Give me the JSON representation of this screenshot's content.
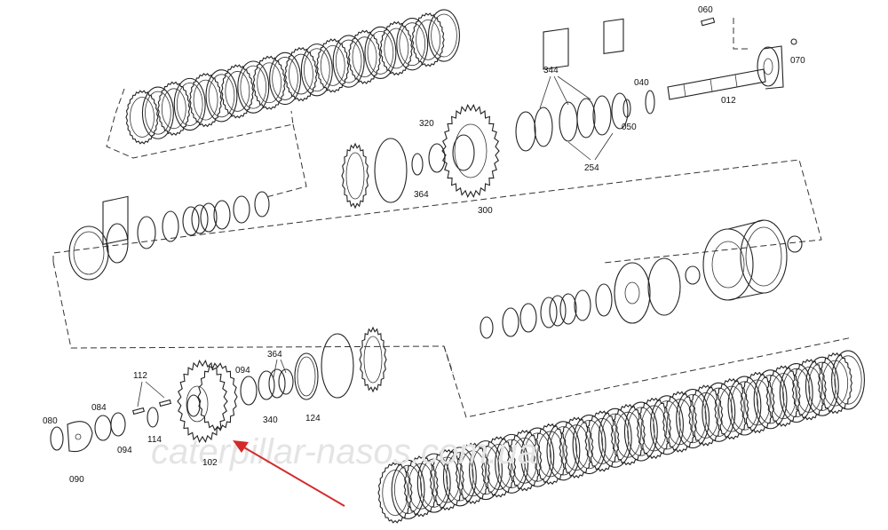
{
  "diagram": {
    "part_labels": [
      "060",
      "070",
      "012",
      "040",
      "050",
      "344",
      "254",
      "320",
      "364",
      "300",
      "080",
      "084",
      "112",
      "094",
      "364",
      "094",
      "340",
      "124",
      "114",
      "102",
      "090"
    ],
    "watermark": "caterpillar-nasos.com.ua",
    "colors": {
      "line": "#222222",
      "arrow": "#d42a2a",
      "watermark": "#e4e4e4"
    }
  }
}
